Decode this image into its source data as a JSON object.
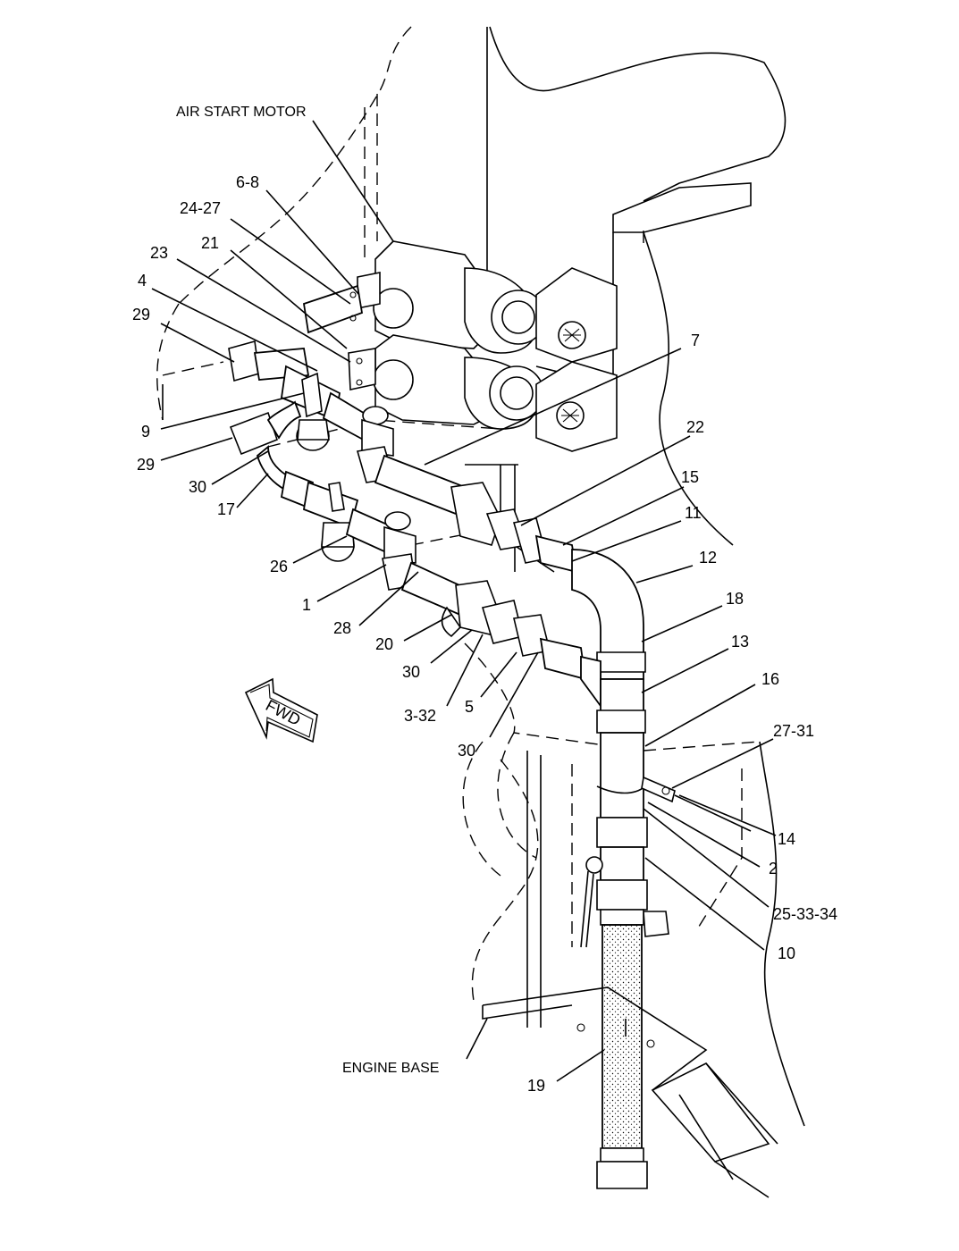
{
  "labels": {
    "air_start_motor": "AIR START MOTOR",
    "engine_base": "ENGINE BASE",
    "fwd": "FWD"
  },
  "callouts": [
    {
      "id": "c-6-8",
      "text": "6-8"
    },
    {
      "id": "c-24-27",
      "text": "24-27"
    },
    {
      "id": "c-21",
      "text": "21"
    },
    {
      "id": "c-23",
      "text": "23"
    },
    {
      "id": "c-4",
      "text": "4"
    },
    {
      "id": "c-29a",
      "text": "29"
    },
    {
      "id": "c-7",
      "text": "7"
    },
    {
      "id": "c-9",
      "text": "9"
    },
    {
      "id": "c-29b",
      "text": "29"
    },
    {
      "id": "c-30a",
      "text": "30"
    },
    {
      "id": "c-17",
      "text": "17"
    },
    {
      "id": "c-22",
      "text": "22"
    },
    {
      "id": "c-15",
      "text": "15"
    },
    {
      "id": "c-11",
      "text": "11"
    },
    {
      "id": "c-12",
      "text": "12"
    },
    {
      "id": "c-26",
      "text": "26"
    },
    {
      "id": "c-1",
      "text": "1"
    },
    {
      "id": "c-28",
      "text": "28"
    },
    {
      "id": "c-18",
      "text": "18"
    },
    {
      "id": "c-20",
      "text": "20"
    },
    {
      "id": "c-13",
      "text": "13"
    },
    {
      "id": "c-30b",
      "text": "30"
    },
    {
      "id": "c-16",
      "text": "16"
    },
    {
      "id": "c-3-32",
      "text": "3-32"
    },
    {
      "id": "c-5",
      "text": "5"
    },
    {
      "id": "c-30c",
      "text": "30"
    },
    {
      "id": "c-27-31",
      "text": "27-31"
    },
    {
      "id": "c-14",
      "text": "14"
    },
    {
      "id": "c-2",
      "text": "2"
    },
    {
      "id": "c-25-33-34",
      "text": "25-33-34"
    },
    {
      "id": "c-10",
      "text": "10"
    },
    {
      "id": "c-19",
      "text": "19"
    }
  ]
}
